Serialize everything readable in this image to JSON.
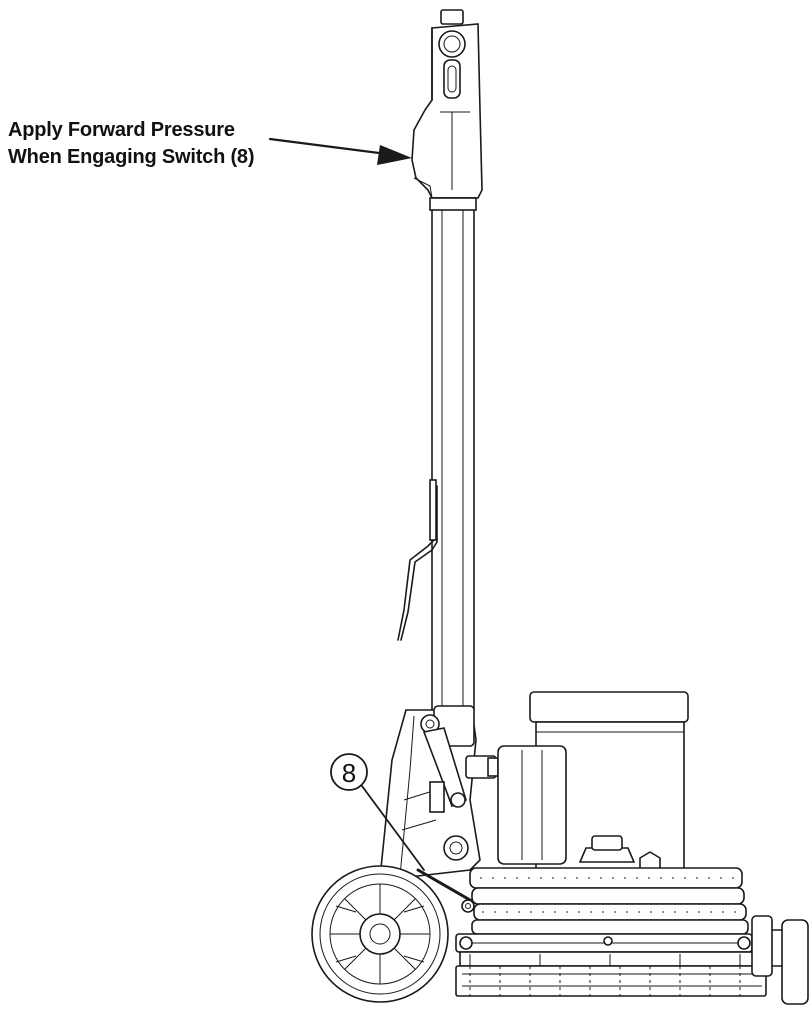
{
  "callout": {
    "line1": "Apply Forward Pressure",
    "line2": "When Engaging Switch (8)"
  },
  "part_label": "8",
  "colors": {
    "stroke": "#1a1a1a",
    "background": "#ffffff"
  }
}
